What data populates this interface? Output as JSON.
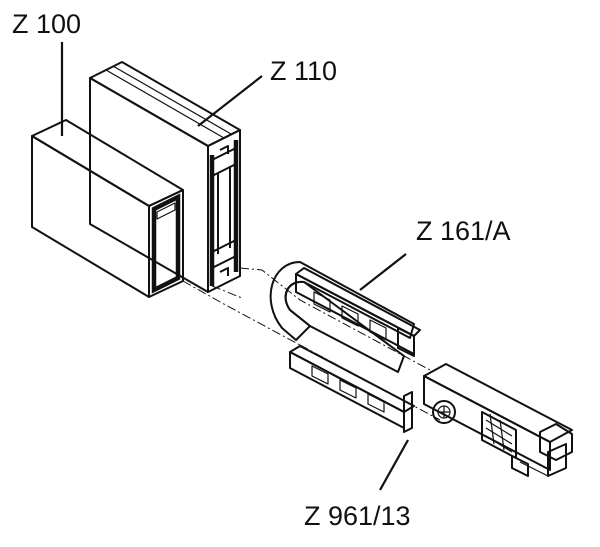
{
  "labels": {
    "z100": "Z 100",
    "z110": "Z 110",
    "z161a": "Z 161/A",
    "z961_13": "Z 961/13"
  },
  "colors": {
    "line": "#111111",
    "face_light": "#f4f4f4",
    "face_mid": "#e2e2e2",
    "face_dark": "#c8c8c8"
  }
}
